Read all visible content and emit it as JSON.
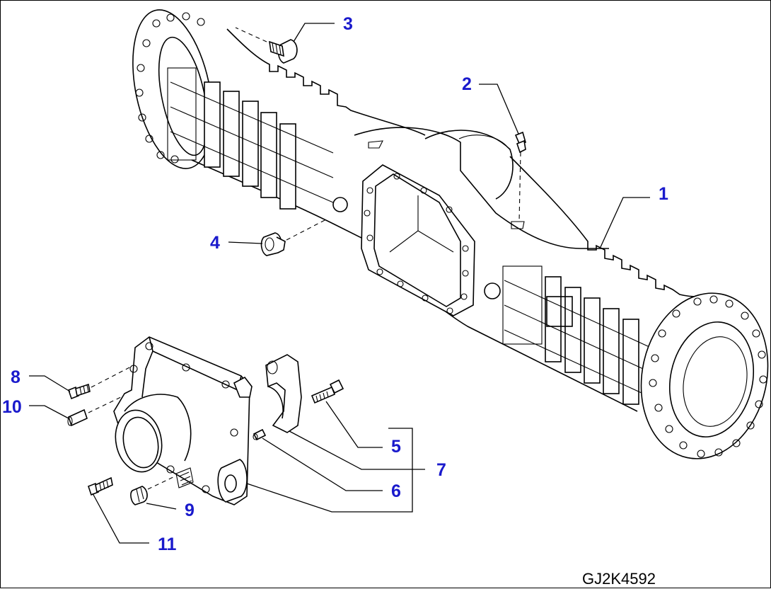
{
  "drawing": {
    "code": "GJ2K4592",
    "callout_color": "#1a1acc",
    "callouts": [
      "1",
      "2",
      "3",
      "4",
      "5",
      "6",
      "7",
      "8",
      "9",
      "10",
      "11"
    ]
  }
}
